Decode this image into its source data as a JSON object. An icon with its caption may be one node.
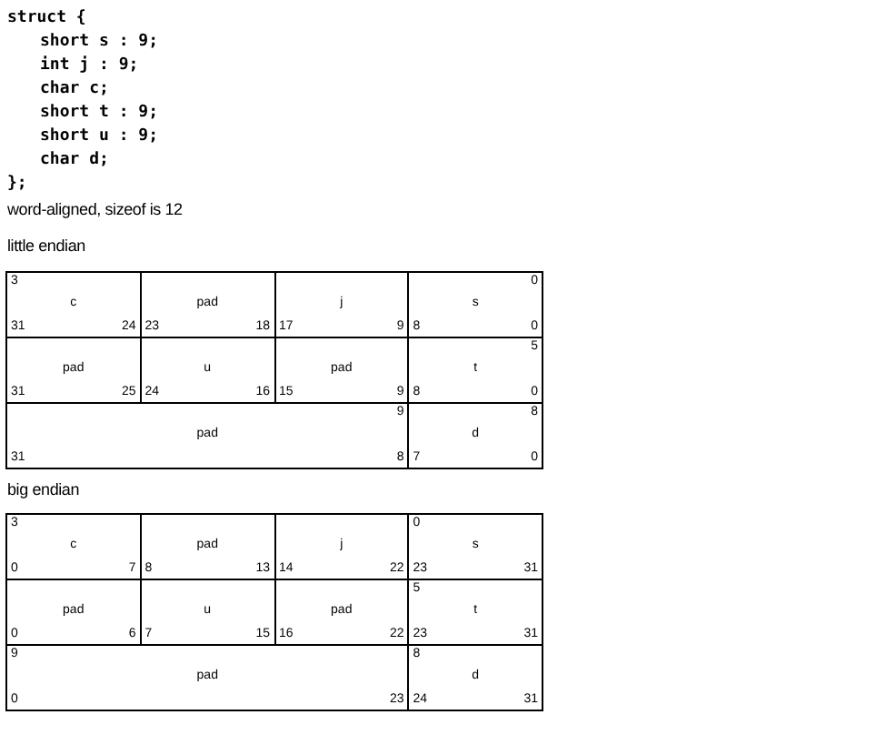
{
  "diagram": {
    "nodes": [
      {
        "text": [
          "3",
          "c",
          "31",
          "24"
        ]
      },
      {
        "text": [
          "pad",
          "23",
          "18"
        ]
      },
      {
        "text": [
          "j",
          "17",
          "9"
        ]
      },
      {
        "text": [
          "0",
          "s",
          "8",
          "0"
        ]
      },
      {
        "text": [
          "pad",
          "31",
          "25"
        ]
      },
      {
        "text": [
          "u",
          "24",
          "16"
        ]
      },
      {
        "text": [
          "pad",
          "15",
          "9"
        ]
      },
      {
        "text": [
          "5",
          "t",
          "8",
          "0"
        ]
      },
      {
        "text": [
          "9",
          "pad",
          "31",
          "8"
        ]
      },
      {
        "text": [
          "8",
          "d",
          "7",
          "0"
        ]
      },
      {
        "text": [
          "3",
          "c",
          "0",
          "7"
        ]
      },
      {
        "text": [
          "pad",
          "8",
          "13"
        ]
      },
      {
        "text": [
          "j",
          "14",
          "22"
        ]
      },
      {
        "text": [
          "0",
          "s",
          "23",
          "31"
        ]
      },
      {
        "text": [
          "pad",
          "0",
          "6"
        ]
      },
      {
        "text": [
          "u",
          "7",
          "15"
        ]
      },
      {
        "text": [
          "pad",
          "16",
          "22"
        ]
      },
      {
        "text": [
          "5",
          "t",
          "23",
          "31"
        ]
      },
      {
        "text": [
          "9",
          "pad",
          "0",
          "23"
        ]
      },
      {
        "text": [
          "8",
          "d",
          "24",
          "31"
        ]
      }
    ],
    "labels": [
      "struct {",
      "short s : 9;",
      "int j : 9;",
      "char c;",
      "short t : 9;",
      "short u : 9;",
      "char d;",
      "};",
      "word-aligned, sizeof is 12",
      "little endian",
      "big endian"
    ]
  }
}
